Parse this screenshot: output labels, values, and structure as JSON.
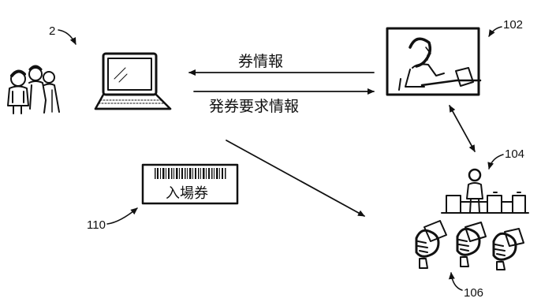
{
  "refs": {
    "users": "2",
    "operator_station": "102",
    "gate": "104",
    "hands": "106",
    "ticket": "110"
  },
  "labels": {
    "ticket_info": "券情報",
    "issue_request_info": "発券要求情報",
    "ticket_text": "入場券"
  }
}
